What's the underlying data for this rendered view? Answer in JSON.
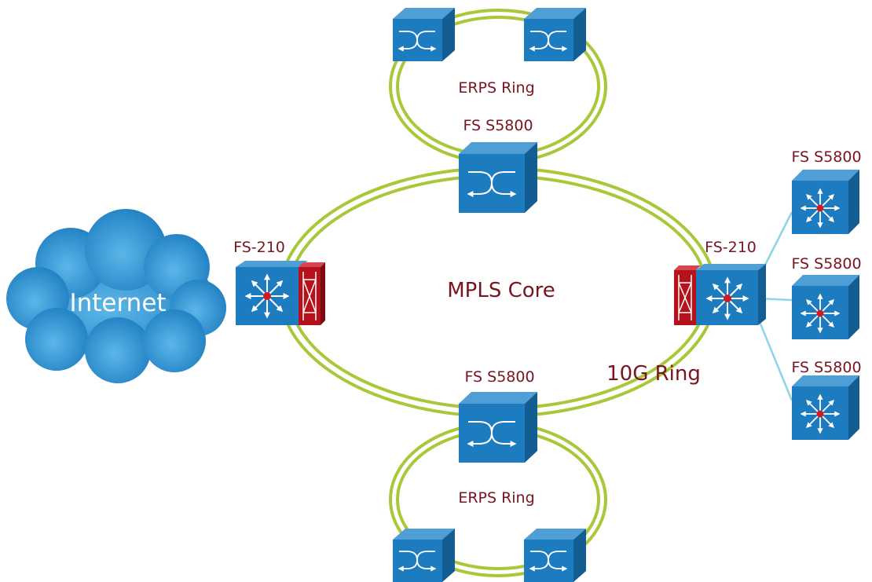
{
  "labels": {
    "internet": "Internet",
    "core": "MPLS Core",
    "ring_10g": "10G Ring",
    "erps_top": "ERPS Ring",
    "erps_bottom": "ERPS Ring",
    "fs210_left": "FS-210",
    "fs210_right": "FS-210",
    "s5800_top": "FS S5800",
    "s5800_bottom": "FS S5800",
    "s5800_right_1": "FS S5800",
    "s5800_right_2": "FS S5800",
    "s5800_right_3": "FS S5800"
  },
  "colors": {
    "ring": "#a8c83a",
    "device_face": "#1d7bbf",
    "device_top": "#4f9ed6",
    "device_side": "#145d93",
    "firewall": "#b5121b",
    "cloud": "#2a8fd1",
    "link": "#8fd3e6",
    "label": "#7a1420"
  },
  "icons": {
    "router": "router-icon",
    "switch": "switch-icon",
    "firewall": "firewall-icon",
    "cloud": "cloud-icon"
  }
}
